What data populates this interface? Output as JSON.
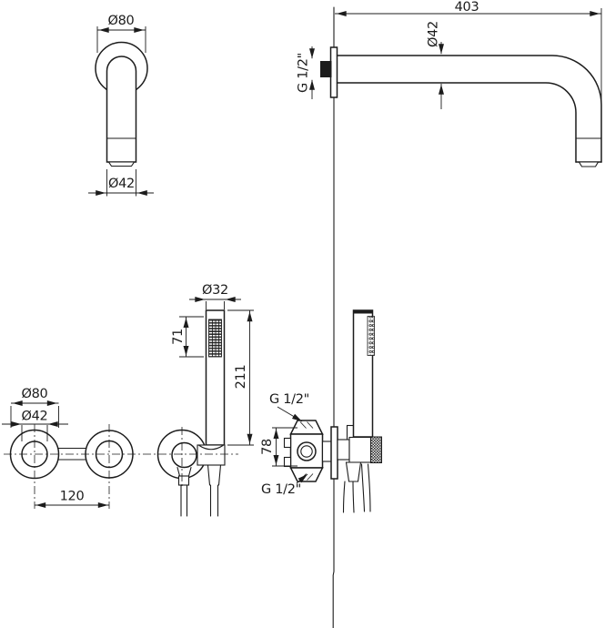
{
  "drawing": {
    "labels": {
      "spout_front": {
        "outer_dia": "Ø80",
        "outlet_dia": "Ø42"
      },
      "spout_side": {
        "reach": "403",
        "dia": "Ø42",
        "thread": "G 1/2\""
      },
      "handshower": {
        "dia": "Ø32",
        "head_length": "71",
        "total_length": "211"
      },
      "valve_front": {
        "escutcheon_dia": "Ø80",
        "handle_dia": "Ø42",
        "centers": "120"
      },
      "valve_side": {
        "thread_top": "G 1/2\"",
        "body_height": "78",
        "thread_bottom": "G 1/2\""
      }
    },
    "colors": {
      "line": "#1c1c1c",
      "background": "#ffffff"
    }
  }
}
